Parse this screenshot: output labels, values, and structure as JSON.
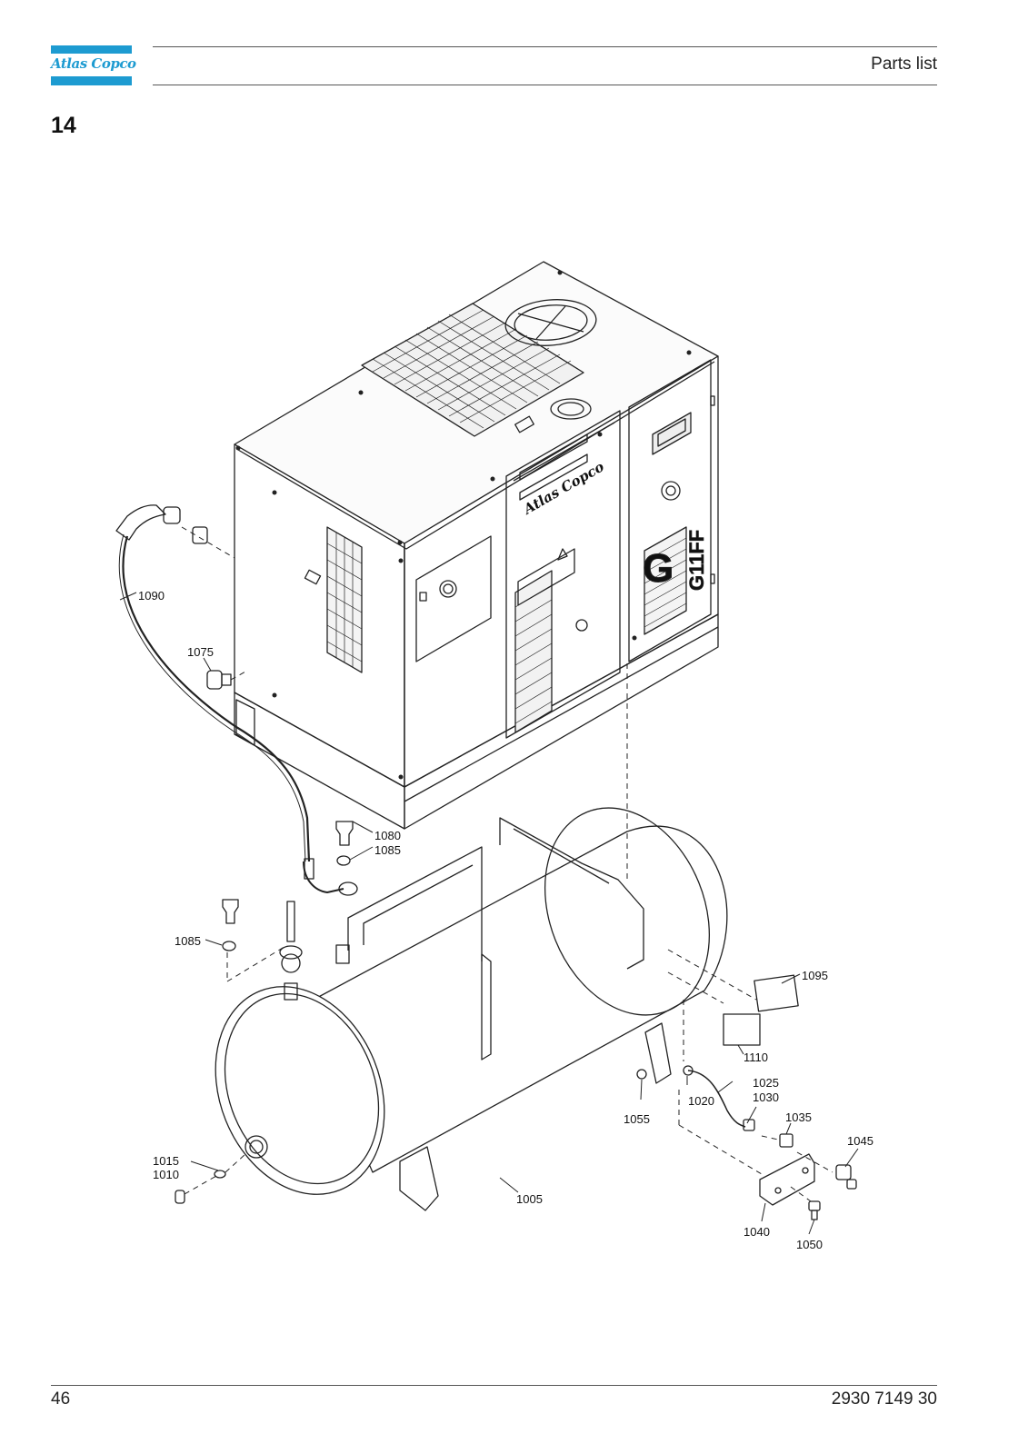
{
  "brand": {
    "logo_text": "Atlas Copco",
    "color": "#1d9bd1"
  },
  "header": {
    "title": "Parts list"
  },
  "section": {
    "number": "14"
  },
  "drawing": {
    "callouts": {
      "c1090": "1090",
      "c1075": "1075",
      "c1080": "1080",
      "c1085a": "1085",
      "c1085b": "1085",
      "c1095": "1095",
      "c1110": "1110",
      "c1025": "1025",
      "c1030": "1030",
      "c1020": "1020",
      "c1035": "1035",
      "c1045": "1045",
      "c1055": "1055",
      "c1015": "1015",
      "c1010": "1010",
      "c1005": "1005",
      "c1040": "1040",
      "c1050": "1050"
    },
    "labels": {
      "model": "G11FF",
      "machine_logo": "Atlas Copco",
      "g_badge": "G"
    }
  },
  "footer": {
    "page_number": "46",
    "document_number": "2930 7149 30"
  }
}
